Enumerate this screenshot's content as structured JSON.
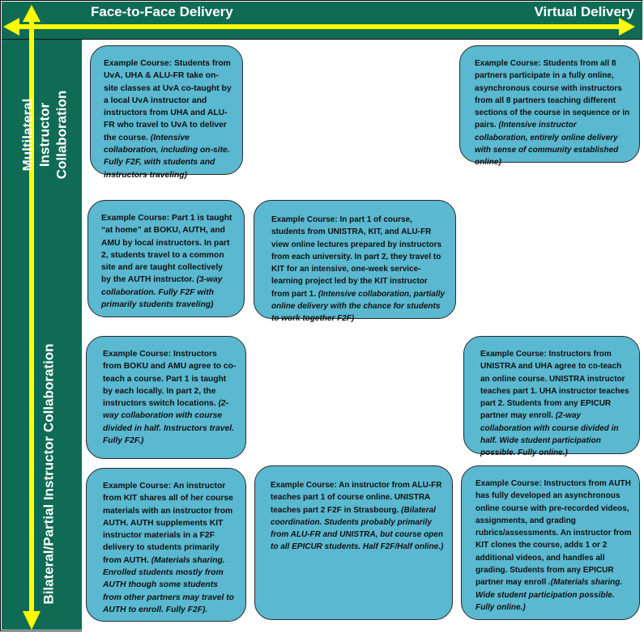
{
  "axes": {
    "x_left": "Face-to-Face Delivery",
    "x_right": "Virtual Delivery",
    "y_top": "Multilateral Instructor Collaboration",
    "y_bottom": "Bilateral/Partial Instructor Collaboration"
  },
  "colors": {
    "band": "#106b54",
    "arrow": "#ffff00",
    "card_fill": "#5ab8d0",
    "card_border": "#2a2a2a"
  },
  "cards": [
    {
      "id": "multilateral-f2f",
      "text": "Example Course: Students from UvA, UHA & ALU-FR take on-site classes at UvA co-taught by a local UvA instructor and instructors from UHA and ALU-FR who travel to UvA to deliver the course. ",
      "note": "(Intensive collaboration, including on-site. Fully F2F, with students and instructors traveling)"
    },
    {
      "id": "multilateral-virtual",
      "text": "Example Course: Students from all 8 partners participate in a fully online, asynchronous course with instructors from all 8 partners teaching different sections of the course in sequence or in pairs. ",
      "note": "(Intensive instructor collaboration, entirely online delivery with sense of community established online)"
    },
    {
      "id": "three-way-f2f",
      "text": "Example Course: Part 1 is taught “at home” at BOKU, AUTH, and AMU by local instructors. In part 2, students travel to a common site and are taught collectively by the AUTH instructor. ",
      "note": "(3-way collaboration. Fully F2F with primarily students traveling)"
    },
    {
      "id": "blended-middle",
      "text": "Example Course: In part 1 of course, students from UNISTRA, KIT, and ALU-FR view online lectures prepared by instructors from each university.  In part 2, they travel to KIT for an intensive, one-week service-learning project led by the KIT instructor from part 1. ",
      "note": "(Intensive collaboration, partially online delivery with the chance for students to work together F2F)"
    },
    {
      "id": "two-way-f2f",
      "text": "Example Course: Instructors from BOKU and AMU agree to co-teach a course.  Part 1 is taught by each locally.  In part 2, the instructors switch locations. ",
      "note": "(2-way collaboration with course divided in half. Instructors travel. Fully F2F.)"
    },
    {
      "id": "two-way-virtual",
      "text": "Example Course: Instructors from UNISTRA and UHA agree to co-teach an online course.  UNISTRA instructor teaches part 1.  UHA instructor teaches part 2.  Students from any EPICUR partner may enroll. ",
      "note": "(2-way collaboration with course divided in half. Wide student participation possible. Fully online.)"
    },
    {
      "id": "materials-f2f",
      "text": "Example Course: An instructor from KIT shares all of her course materials with an instructor from AUTH.  AUTH supplements KIT instructor materials in a F2F delivery to students primarily from AUTH. ",
      "note": "(Materials sharing. Enrolled students mostly from AUTH though some students from other partners may travel to AUTH to enroll. Fully F2F)."
    },
    {
      "id": "bilateral-half",
      "text": "Example Course: An instructor from ALU-FR teaches part 1 of course online.  UNISTRA teaches part 2 F2F in Strasbourg. ",
      "note": "(Bilateral coordination. Students probably primarily from ALU-FR and UNISTRA, but course open to all EPICUR students. Half F2F/Half online.)"
    },
    {
      "id": "materials-virtual",
      "text": "Example Course: Instructors from AUTH has fully developed an asynchronous online course with pre-recorded videos, assignments, and grading rubrics/assessments. An instructor from KIT clones the course, adds 1 or 2 additional videos, and handles all grading. Students from any EPICUR partner may enroll ",
      "note": ".(Materials sharing. Wide student participation possible. Fully online.)"
    }
  ]
}
